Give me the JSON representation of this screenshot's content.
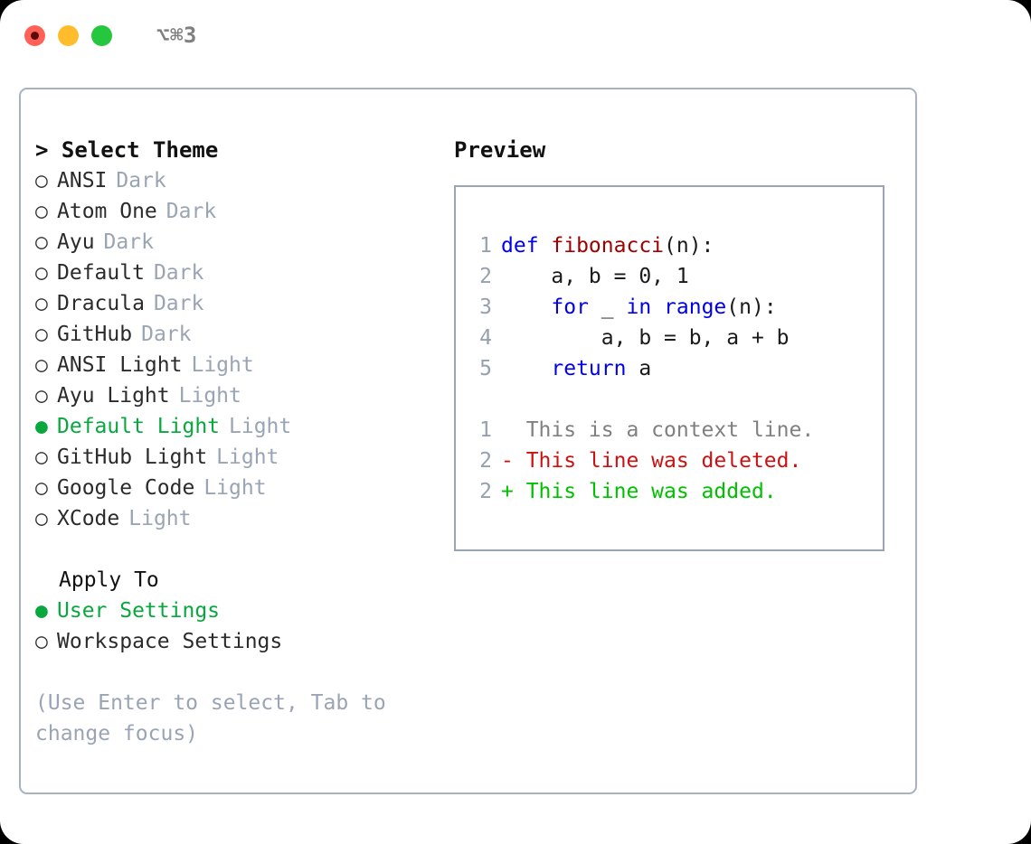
{
  "window": {
    "shortcut": "⌥⌘3",
    "traffic_lights": [
      {
        "name": "close",
        "color": "#ff6159"
      },
      {
        "name": "minimize",
        "color": "#ffbd2e"
      },
      {
        "name": "maximize",
        "color": "#25c73f"
      }
    ]
  },
  "colors": {
    "accent_green": "#08a83e",
    "muted": "#9aa4b4",
    "border": "#a8b1bf",
    "keyword_blue": "#0000ee",
    "function_red": "#a00000",
    "diff_add": "#00c000",
    "diff_del": "#cc1111"
  },
  "theme_panel": {
    "header": "> Select Theme",
    "marker_selected": "●",
    "marker_unselected": "○",
    "items": [
      {
        "name": "ANSI",
        "tag": "Dark",
        "selected": false
      },
      {
        "name": "Atom One",
        "tag": "Dark",
        "selected": false
      },
      {
        "name": "Ayu",
        "tag": "Dark",
        "selected": false
      },
      {
        "name": "Default",
        "tag": "Dark",
        "selected": false
      },
      {
        "name": "Dracula",
        "tag": "Dark",
        "selected": false
      },
      {
        "name": "GitHub",
        "tag": "Dark",
        "selected": false
      },
      {
        "name": "ANSI Light",
        "tag": "Light",
        "selected": false
      },
      {
        "name": "Ayu Light",
        "tag": "Light",
        "selected": false
      },
      {
        "name": "Default Light",
        "tag": "Light",
        "selected": true
      },
      {
        "name": "GitHub Light",
        "tag": "Light",
        "selected": false
      },
      {
        "name": "Google Code",
        "tag": "Light",
        "selected": false
      },
      {
        "name": "XCode",
        "tag": "Light",
        "selected": false
      }
    ]
  },
  "apply_to": {
    "header": "Apply To",
    "options": [
      {
        "label": "User Settings",
        "selected": true
      },
      {
        "label": "Workspace Settings",
        "selected": false
      }
    ]
  },
  "hint": "(Use Enter to select, Tab to change focus)",
  "preview": {
    "title": "Preview",
    "code_lines": [
      {
        "n": "1",
        "tokens": [
          {
            "t": "def ",
            "k": "kw"
          },
          {
            "t": "fibonacci",
            "k": "fn"
          },
          {
            "t": "(n):",
            "k": "punct"
          }
        ]
      },
      {
        "n": "2",
        "tokens": [
          {
            "t": "    a, b = 0, 1",
            "k": "plain"
          }
        ]
      },
      {
        "n": "3",
        "tokens": [
          {
            "t": "    ",
            "k": "plain"
          },
          {
            "t": "for",
            "k": "kw"
          },
          {
            "t": " _ ",
            "k": "plain"
          },
          {
            "t": "in",
            "k": "kw"
          },
          {
            "t": " ",
            "k": "plain"
          },
          {
            "t": "range",
            "k": "kw"
          },
          {
            "t": "(n):",
            "k": "punct"
          }
        ]
      },
      {
        "n": "4",
        "tokens": [
          {
            "t": "        a, b = b, a + b",
            "k": "plain"
          }
        ]
      },
      {
        "n": "5",
        "tokens": [
          {
            "t": "    ",
            "k": "plain"
          },
          {
            "t": "return",
            "k": "kw"
          },
          {
            "t": " a",
            "k": "plain"
          }
        ]
      }
    ],
    "diff_lines": [
      {
        "n": "1",
        "sign": " ",
        "text": "This is a context line.",
        "kind": "ctx"
      },
      {
        "n": "2",
        "sign": "-",
        "text": "This line was deleted.",
        "kind": "del"
      },
      {
        "n": "2",
        "sign": "+",
        "text": "This line was added.",
        "kind": "add"
      }
    ]
  }
}
